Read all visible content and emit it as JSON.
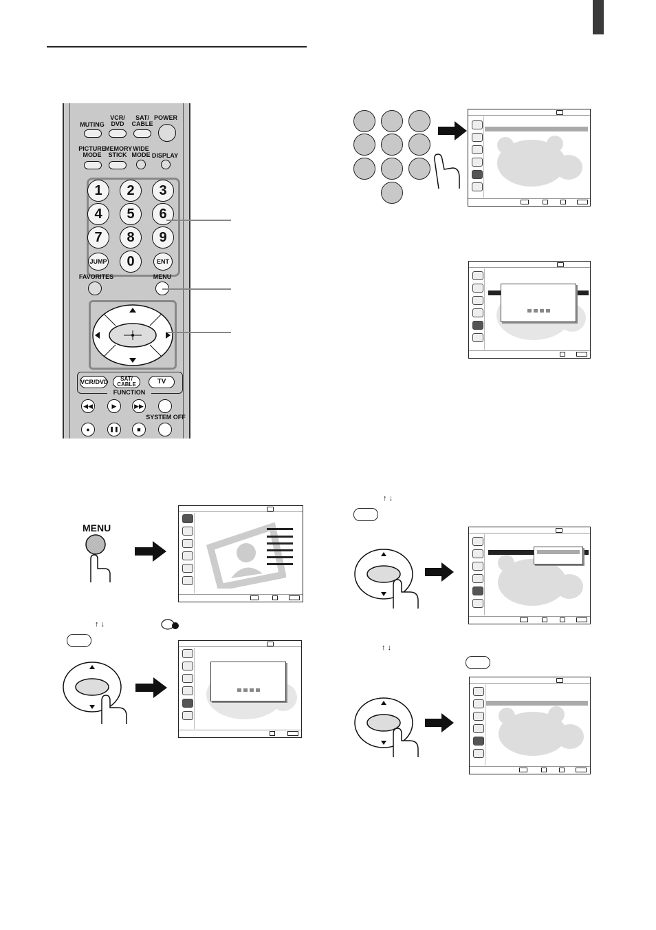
{
  "remote": {
    "row1": [
      "MUTING",
      "VCR/\nDVD",
      "SAT/\nCABLE",
      "POWER"
    ],
    "row2": [
      "PICTURE\nMODE",
      "MEMORY\nSTICK",
      "WIDE\nMODE",
      "DISPLAY"
    ],
    "numbers": [
      "1",
      "2",
      "3",
      "4",
      "5",
      "6",
      "7",
      "8",
      "9",
      "0"
    ],
    "jump": "JUMP",
    "ent": "ENT",
    "favorites": "FAVORITES",
    "menu": "MENU",
    "source_buttons": [
      "VCR/DVD",
      "SAT/\nCABLE",
      "TV"
    ],
    "function": "FUNCTION",
    "system_off": "SYSTEM OFF"
  },
  "step_menu_label": "MENU",
  "updown_arrows": "↑ ↓",
  "colors": {
    "ink": "#111111",
    "remote_body": "#c9c9c9",
    "highlight": "#aaaaaa",
    "callout": "#888888"
  },
  "icons": [
    "menu-button-icon",
    "joystick-icon",
    "hand-press-icon",
    "right-arrow-icon",
    "teddy-bear-icon",
    "tv-screen-icon"
  ]
}
